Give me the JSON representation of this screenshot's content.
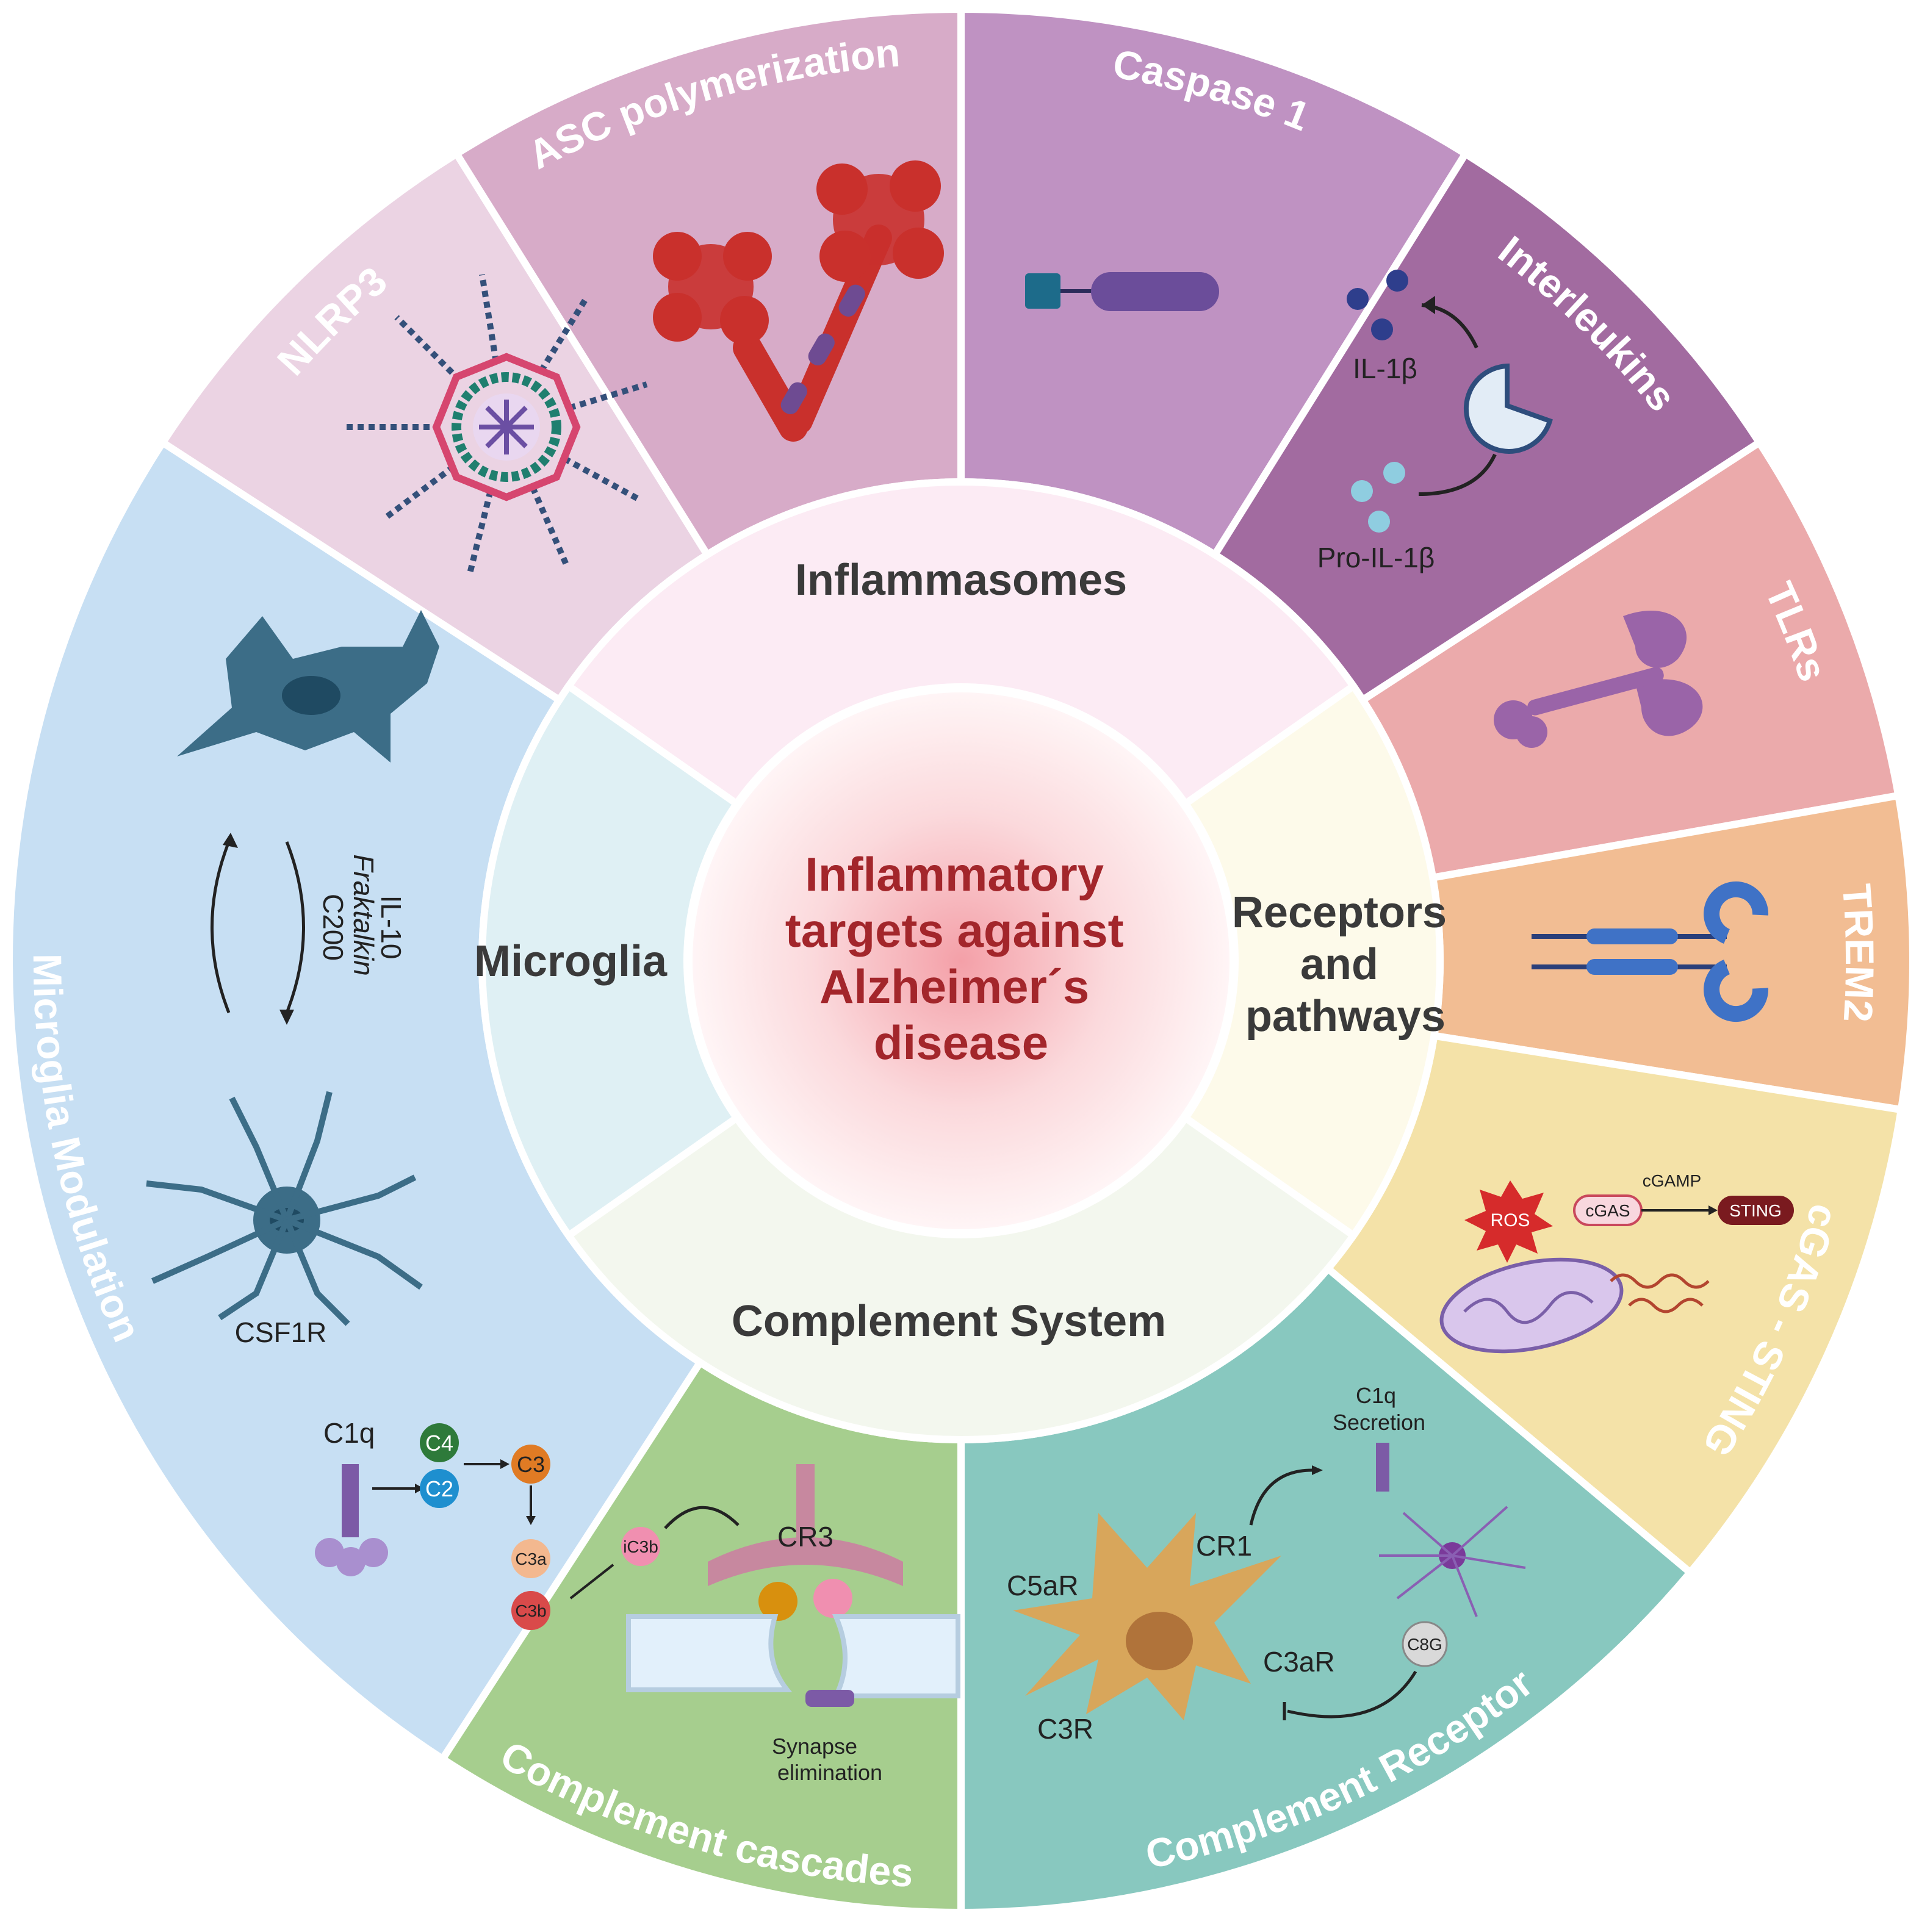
{
  "center": {
    "lines": [
      "Inflammatory",
      "targets against",
      "Alzheimer´s",
      "disease"
    ],
    "color": "#a3262b"
  },
  "inner_ring": {
    "inflammasomes": "Inflammasomes",
    "receptors": [
      "Receptors",
      "and",
      "pathways"
    ],
    "complement": "Complement System",
    "microglia": "Microglia"
  },
  "outer_segments": {
    "nlrp3": {
      "title": "NLRP3",
      "color": "#ebd3e3"
    },
    "asc": {
      "title": "ASC polymerization",
      "color": "#d7abc8"
    },
    "caspase": {
      "title": "Caspase 1",
      "color": "#bf92c2"
    },
    "interleukins": {
      "title": "Interleukins",
      "color": "#a26ba0",
      "il1b": "IL-1β",
      "pro_il1b": "Pro-IL-1β"
    },
    "tlrs": {
      "title": "TLRs",
      "color": "#ebaaab"
    },
    "trem2": {
      "title": "TREM2",
      "color": "#f2bd93"
    },
    "cgas": {
      "title": "cGAS - STING",
      "color": "#f4e2a8",
      "ros": "ROS",
      "cgas_label": "cGAS",
      "cgamp": "cGAMP",
      "sting": "STING"
    },
    "complement_receptor": {
      "title": "Complement Receptor",
      "color": "#88c8bf",
      "c1q_secretion": [
        "C1q",
        "Secretion"
      ],
      "cr1": "CR1",
      "c5ar": "C5aR",
      "c3ar": "C3aR",
      "c3r": "C3R",
      "c8g": "C8G"
    },
    "complement_cascades": {
      "title": "Complement cascades",
      "color": "#a6ce8e",
      "c1q": "C1q",
      "c4": "C4",
      "c2": "C2",
      "c3": "C3",
      "c3a": "C3a",
      "c3b": "C3b",
      "ic3b": "iC3b",
      "cr3": "CR3",
      "synapse": [
        "Synapse",
        "elimination"
      ]
    },
    "microglia_mod": {
      "title": "Microglia Modulation",
      "color": "#c7dff3",
      "c200": "C200",
      "fraktalkin": "Fraktalkin",
      "il10": "IL-10",
      "csf1r": "CSF1R"
    }
  },
  "colors": {
    "inflammasomes_inner": "#fcebf4",
    "receptors_inner": "#fdfaea",
    "complement_inner": "#f3f7ee",
    "microglia_inner": "#dff0f4",
    "center_glow": "#f8c0c6"
  }
}
